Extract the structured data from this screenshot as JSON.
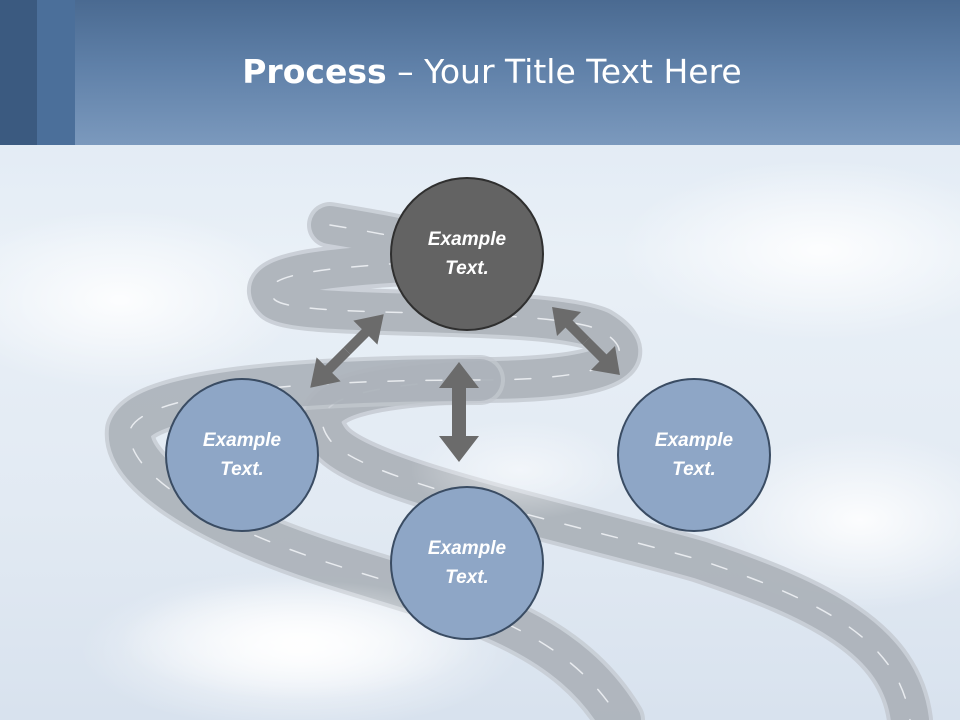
{
  "title": {
    "bold": "Process",
    "rest": " – Your Title Text Here"
  },
  "diagram": {
    "center": {
      "line1": "Example",
      "line2": "Text."
    },
    "left": {
      "line1": "Example",
      "line2": "Text."
    },
    "bottom": {
      "line1": "Example",
      "line2": "Text."
    },
    "right": {
      "line1": "Example",
      "line2": "Text."
    }
  },
  "colors": {
    "header": "#5f80a8",
    "center_node": "#636363",
    "outer_node": "#8ea6c6",
    "arrow": "#6b6b6b"
  }
}
